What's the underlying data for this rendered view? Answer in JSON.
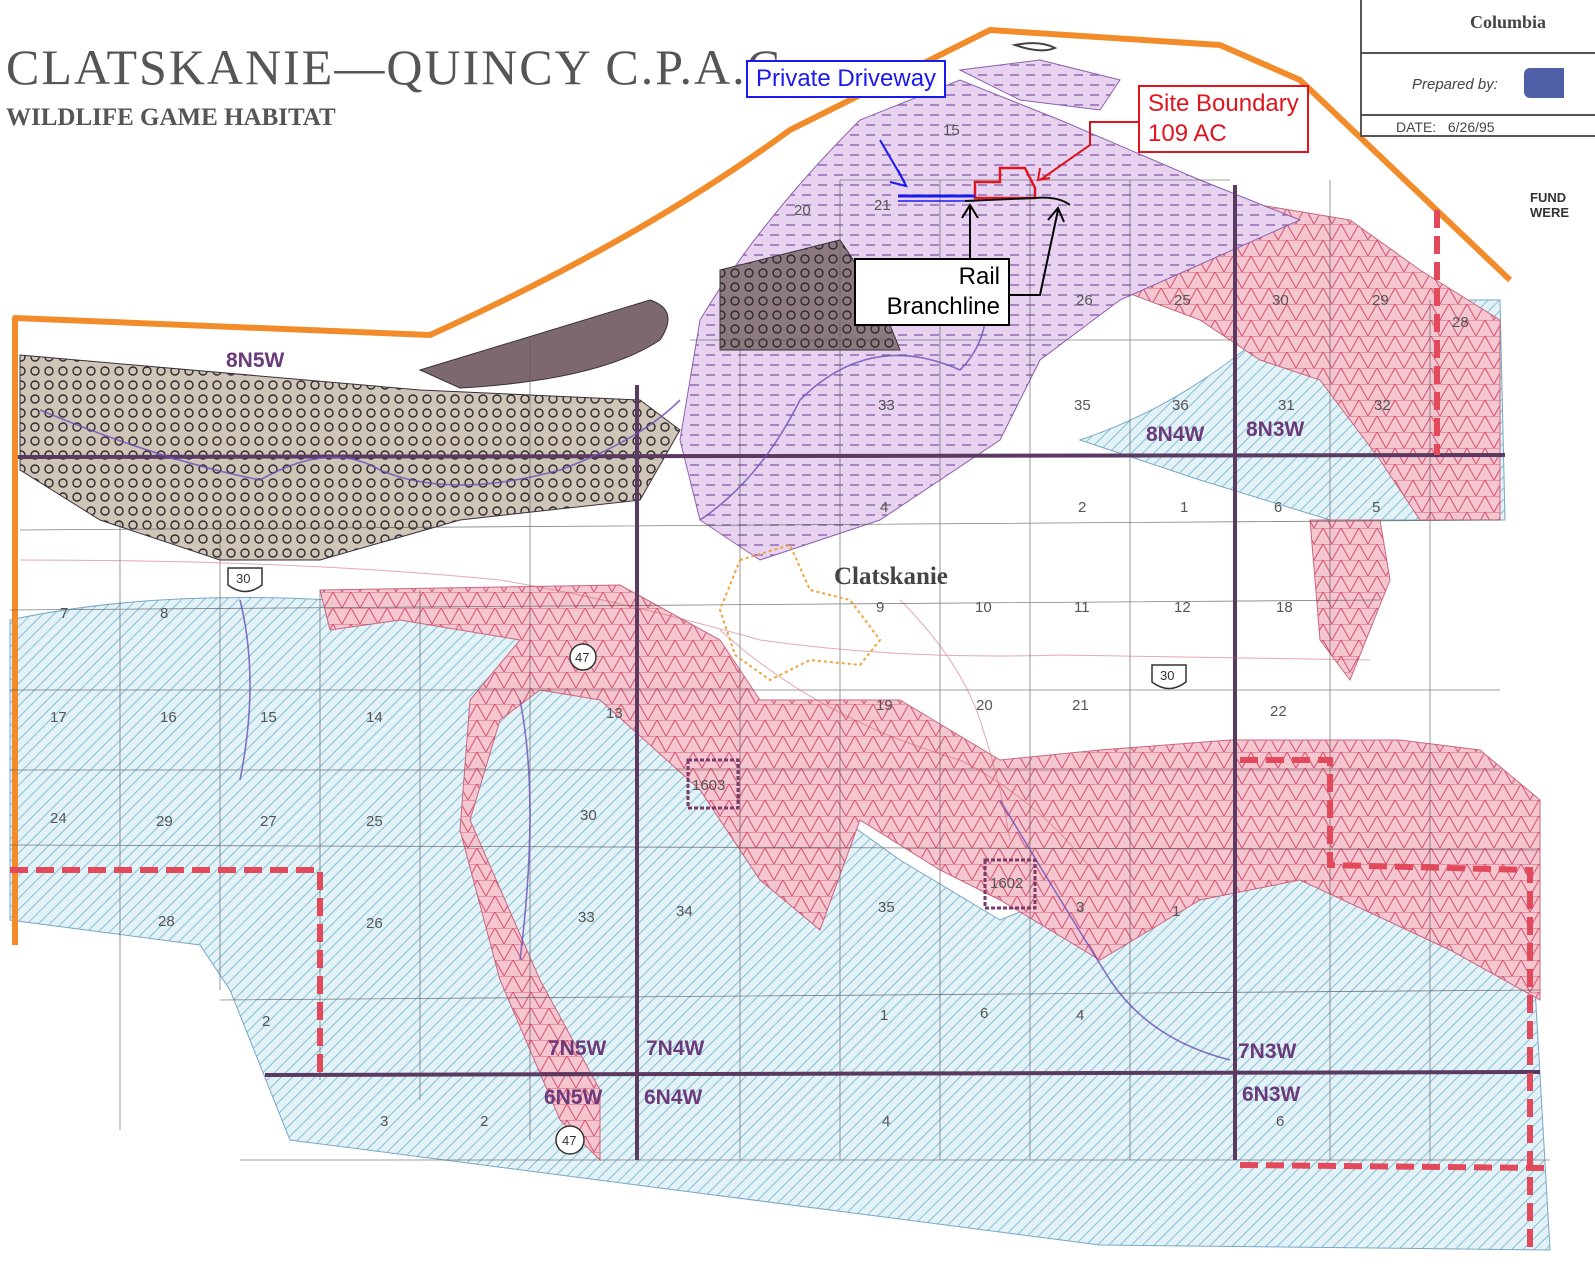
{
  "header": {
    "title": "CLATSKANIE—QUINCY C.P.A.C.",
    "subtitle": "WILDLIFE GAME HABITAT"
  },
  "title_block": {
    "org": "Columbia",
    "prepared_by_label": "Prepared by:",
    "date_label": "DATE:",
    "date_value": "6/26/95"
  },
  "side_note": {
    "line1": "FUND",
    "line2": "WERE"
  },
  "callouts": {
    "driveway": "Private Driveway",
    "site_line1": "Site Boundary",
    "site_line2": "109 AC",
    "rail_line1": "Rail",
    "rail_line2": "Branchline"
  },
  "town": "Clatskanie",
  "townships": [
    "8N5W",
    "8N4W",
    "8N3W",
    "7N5W",
    "7N4W",
    "7N3W",
    "6N5W",
    "6N4W",
    "6N3W"
  ],
  "highways": [
    "30",
    "30",
    "47",
    "47"
  ],
  "sections": [
    "20",
    "21",
    "15",
    "26",
    "25",
    "30",
    "29",
    "28",
    "33",
    "35",
    "36",
    "31",
    "32",
    "4",
    "2",
    "1",
    "6",
    "5",
    "7",
    "8",
    "9",
    "10",
    "11",
    "12",
    "18",
    "17",
    "16",
    "15",
    "14",
    "13",
    "19",
    "20",
    "21",
    "22",
    "24",
    "29",
    "27",
    "25",
    "30",
    "28",
    "26",
    "33",
    "34",
    "35",
    "3",
    "2",
    "1",
    "6",
    "4",
    "3",
    "2",
    "1",
    "6",
    "4",
    "1603",
    "1602"
  ],
  "colors": {
    "county_border": "#f28b2a",
    "site_boundary": "#e0141e",
    "driveway": "#1a1af0",
    "forest_hatch": "#6fb2cf",
    "habitat_red": "#e8788c",
    "wetland_purple": "#b98fce",
    "township_line": "#5a3a60",
    "range_boundary": "#e24a5c"
  },
  "icons": [
    "highway-shield-icon",
    "north-arrow-icon"
  ]
}
